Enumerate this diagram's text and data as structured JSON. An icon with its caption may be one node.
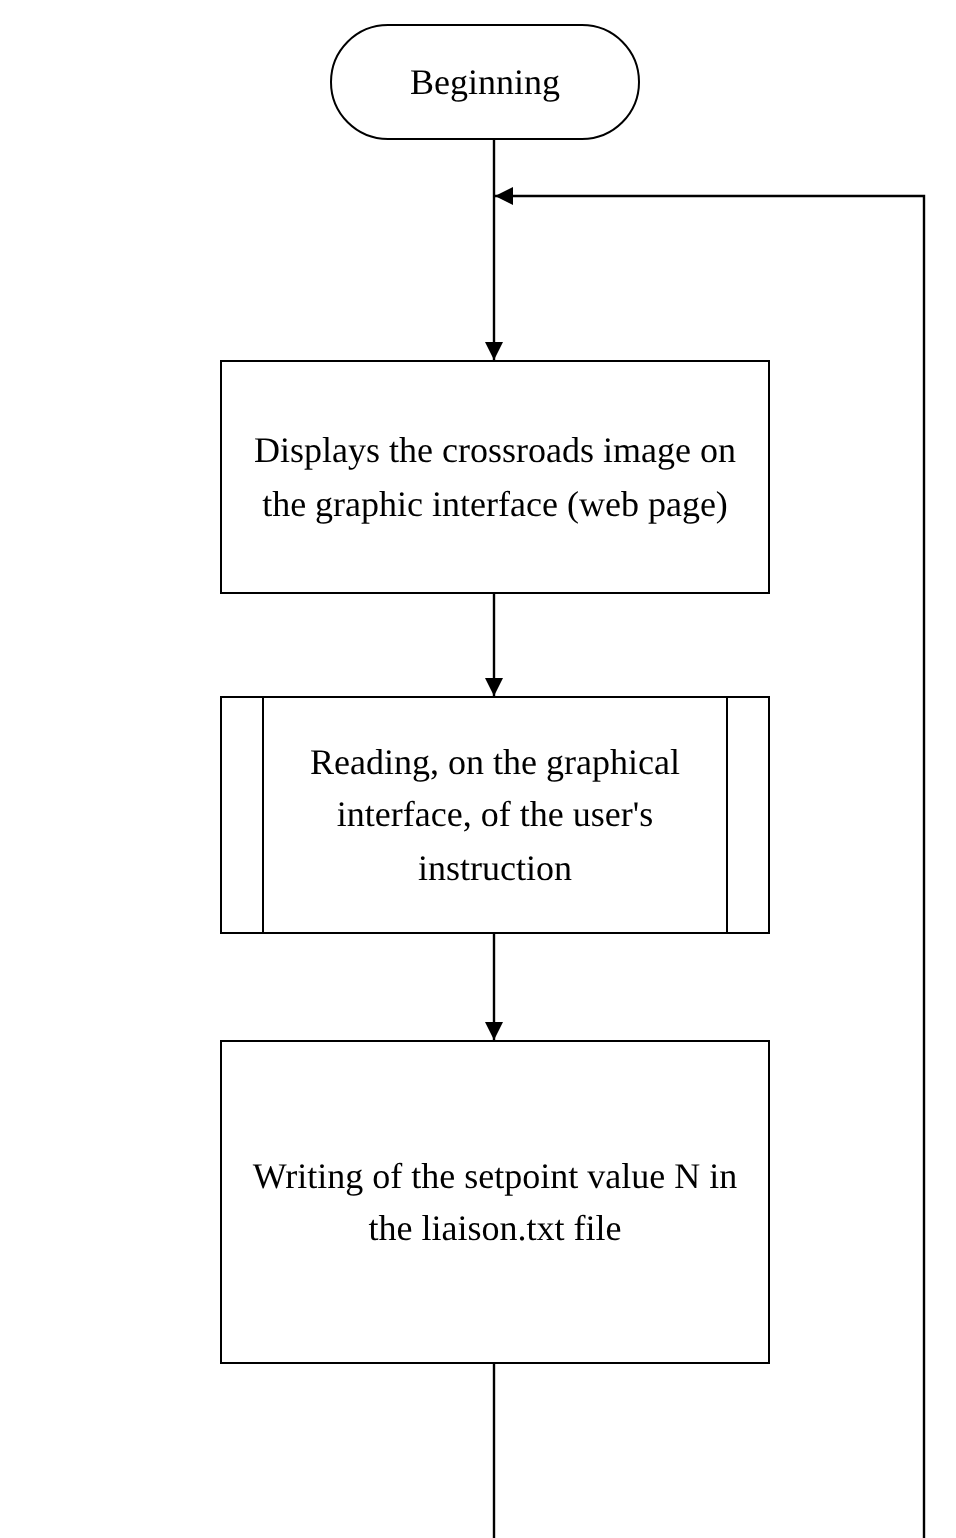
{
  "diagram": {
    "nodes": [
      {
        "text": [
          "Beginning"
        ]
      },
      {
        "text": [
          "Displays the crossroads image on the graphic interface (web page)"
        ]
      },
      {
        "text": [
          "Reading, on the graphical interface, of the user's instruction"
        ]
      },
      {
        "text": [
          "Writing of the setpoint value N in the liaison.txt file"
        ]
      }
    ],
    "edges": [
      {
        "from": 0,
        "to": 1,
        "arrow": "to"
      },
      {
        "from": 1,
        "to": 2,
        "arrow": "to"
      },
      {
        "from": 2,
        "to": 3,
        "arrow": "to"
      },
      {
        "from": 3,
        "to": null,
        "arrow": "none"
      },
      {
        "from": null,
        "to": 1,
        "arrow": "to"
      }
    ]
  }
}
